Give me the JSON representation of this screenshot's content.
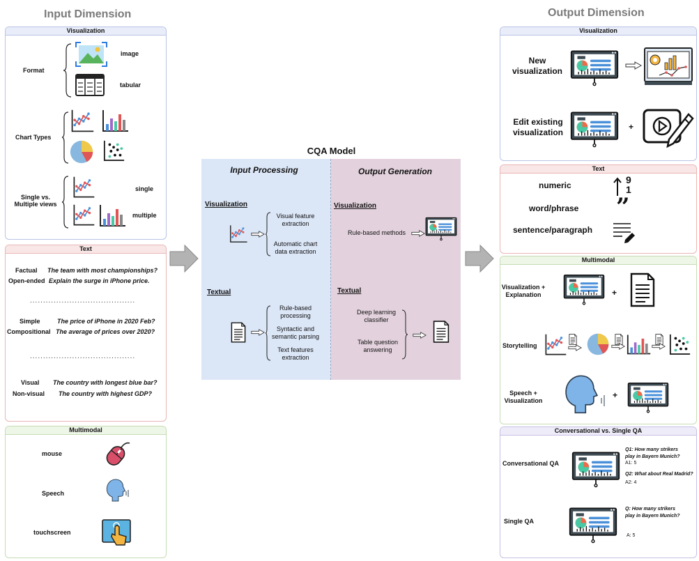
{
  "input": {
    "title": "Input Dimension",
    "visualization": {
      "title": "Visualization",
      "format_label": "Format",
      "image_label": "image",
      "tabular_label": "tabular",
      "chart_types_label": "Chart Types",
      "views_label_1": "Single vs.",
      "views_label_2": "Multiple views",
      "single_label": "single",
      "multiple_label": "multiple"
    },
    "text": {
      "title": "Text",
      "rows": [
        {
          "label": "Factual",
          "example": "The team with most championships?"
        },
        {
          "label": "Open-ended",
          "example": "Explain the surge in iPhone price."
        },
        {
          "label": "Simple",
          "example": "The price of iPhone in 2020 Feb?"
        },
        {
          "label": "Compositional",
          "example": "The average of prices over 2020?"
        },
        {
          "label": "Visual",
          "example": "The country with longest blue bar?"
        },
        {
          "label": "Non-visual",
          "example": "The country with highest GDP?"
        }
      ],
      "separator": "........................................"
    },
    "multimodal": {
      "title": "Multimodal",
      "mouse_label": "mouse",
      "speech_label": "Speech",
      "touch_label": "touchscreen"
    }
  },
  "model": {
    "title": "CQA Model",
    "input_processing": {
      "title": "Input Processing",
      "viz_heading": "Visualization",
      "viz_items": [
        "Visual feature extraction",
        "Automatic chart data extraction"
      ],
      "textual_heading": "Textual",
      "text_items": [
        "Rule-based processing",
        "Syntactic and semantic parsing",
        "Text features extraction"
      ]
    },
    "output_generation": {
      "title": "Output Generation",
      "viz_heading": "Visualization",
      "viz_item": "Rule-based methods",
      "textual_heading": "Textual",
      "text_items": [
        "Deep learning classifier",
        "Table question answering"
      ]
    }
  },
  "output": {
    "title": "Output Dimension",
    "visualization": {
      "title": "Visualization",
      "new_viz_1": "New",
      "new_viz_2": "visualization",
      "edit_viz_1": "Edit existing",
      "edit_viz_2": "visualization",
      "plus": "+"
    },
    "text": {
      "title": "Text",
      "numeric": "numeric",
      "numeric_glyph_top": "9",
      "numeric_glyph_bottom": "1",
      "word": "word/phrase",
      "quote_glyph": "”",
      "sentence": "sentence/paragraph"
    },
    "multimodal": {
      "title": "Multimodal",
      "viz_expl_1": "Visualization +",
      "viz_expl_2": "Explanation",
      "storytelling": "Storytelling",
      "speech_viz_1": "Speech +",
      "speech_viz_2": "Visualization",
      "plus": "+"
    },
    "conversational": {
      "title": "Conversational vs. Single QA",
      "conv_label": "Conversational QA",
      "q1_a": "Q1: How many strikers",
      "q1_b": "play in Bayern Munich?",
      "a1": "A1: 5",
      "q2": "Q2: What about Real Madrid?",
      "a2": "A2: 4",
      "single_label": "Single QA",
      "sq_a": "Q: How many strikers",
      "sq_b": "play in Bayern Munich?",
      "sa": "A: 5"
    }
  },
  "colors": {
    "input_processing_bg": "#dbe6f7",
    "output_generation_bg": "#e3d2dd",
    "arrow_fill": "#b3b3b3"
  }
}
